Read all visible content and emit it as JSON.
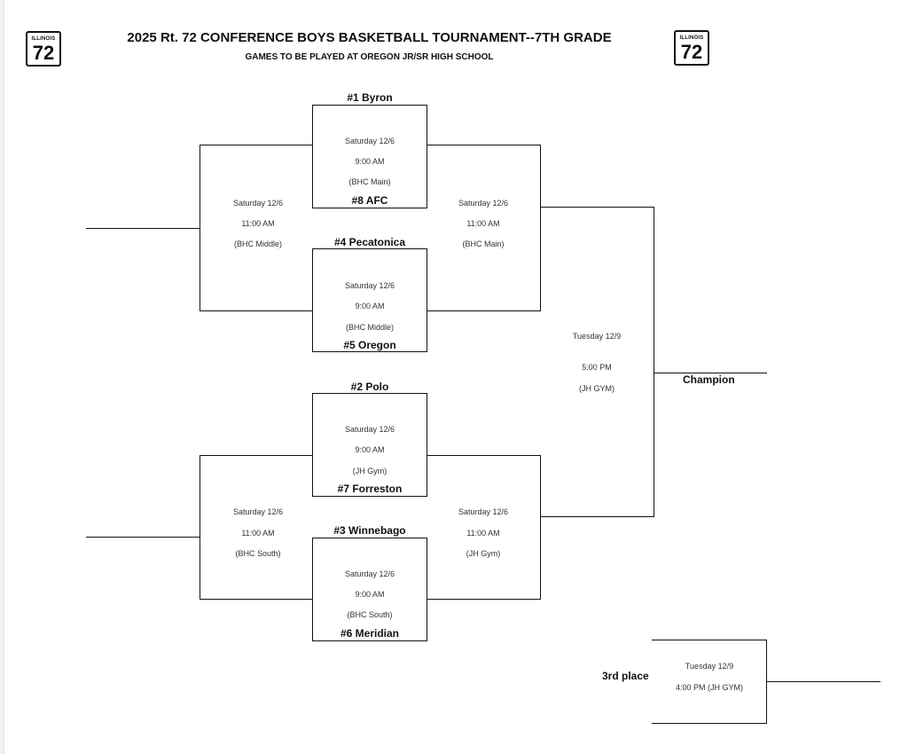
{
  "header": {
    "shield_left_state": "ILLINOIS",
    "shield_left_number": "72",
    "shield_right_state": "ILLINOIS",
    "shield_right_number": "72",
    "title": "2025 Rt. 72 CONFERENCE BOYS BASKETBALL TOURNAMENT--7TH GRADE",
    "subtitle": "GAMES TO BE PLAYED AT OREGON JR/SR HIGH SCHOOL"
  },
  "teams": {
    "byron": "#1 Byron",
    "afc": "#8 AFC",
    "pecatonica": "#4 Pecatonica",
    "oregon": "#5 Oregon",
    "polo": "#2 Polo",
    "forreston": "#7 Forreston",
    "winnebago": "#3 Winnebago",
    "meridian": "#6 Meridian"
  },
  "games": {
    "g1": {
      "day": "Saturday 12/6",
      "time": "9:00 AM",
      "place": "(BHC Main)"
    },
    "g2": {
      "day": "Saturday 12/6",
      "time": "9:00 AM",
      "place": "(BHC Middle)"
    },
    "g3": {
      "day": "Saturday 12/6",
      "time": "9:00 AM",
      "place": "(JH Gym)"
    },
    "g4": {
      "day": "Saturday 12/6",
      "time": "9:00 AM",
      "place": "(BHC South)"
    },
    "semi_top_left": {
      "day": "Saturday 12/6",
      "time": "11:00 AM",
      "place": "(BHC Middle)"
    },
    "semi_top_right": {
      "day": "Saturday 12/6",
      "time": "11:00 AM",
      "place": "(BHC Main)"
    },
    "semi_bottom_left": {
      "day": "Saturday 12/6",
      "time": "11:00 AM",
      "place": "(BHC South)"
    },
    "semi_bottom_right": {
      "day": "Saturday 12/6",
      "time": "11:00 AM",
      "place": "(JH Gym)"
    },
    "final": {
      "day": "Tuesday 12/9",
      "time": "5:00 PM",
      "place": "(JH GYM)"
    },
    "third": {
      "day": "Tuesday 12/9",
      "time": "4:00 PM (JH GYM)"
    }
  },
  "labels": {
    "champion": "Champion",
    "third_place": "3rd place"
  }
}
